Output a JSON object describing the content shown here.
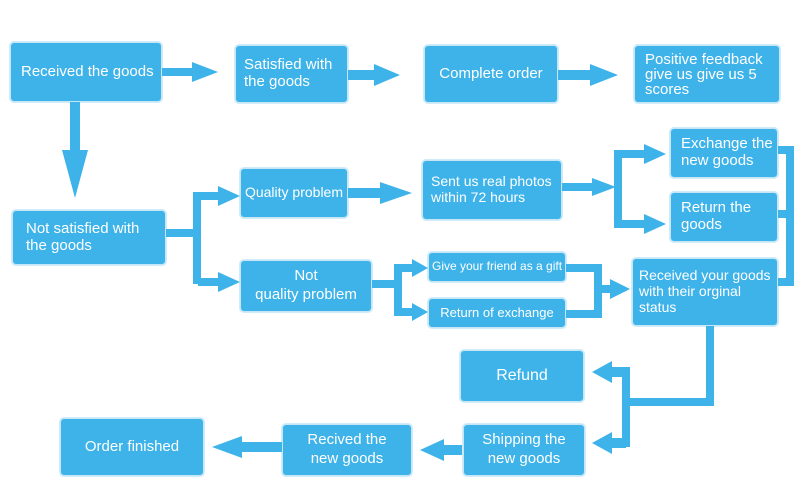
{
  "diagram": {
    "accent": "#3db3ea",
    "nodes": {
      "received": "Received the goods",
      "satisfied": "Satisfied with\nthe goods",
      "complete": "Complete order",
      "positive": "Positive feedback\ngive us give us 5\nscores",
      "not_satisfied": "Not satisfied with\nthe goods",
      "quality": "Quality problem",
      "not_quality": "Not\nquality problem",
      "photos": "Sent us real photos\nwithin 72 hours",
      "exchange": "Exchange the\nnew goods",
      "return_goods": "Return the\ngoods",
      "gift": "Give your friend as a gift",
      "return_exchange": "Return of exchange",
      "original": "Received your goods\nwith their orginal\nstatus",
      "refund": "Refund",
      "shipping": "Shipping the\nnew goods",
      "recived_new": "Recived the\nnew goods",
      "finished": "Order finished"
    }
  }
}
